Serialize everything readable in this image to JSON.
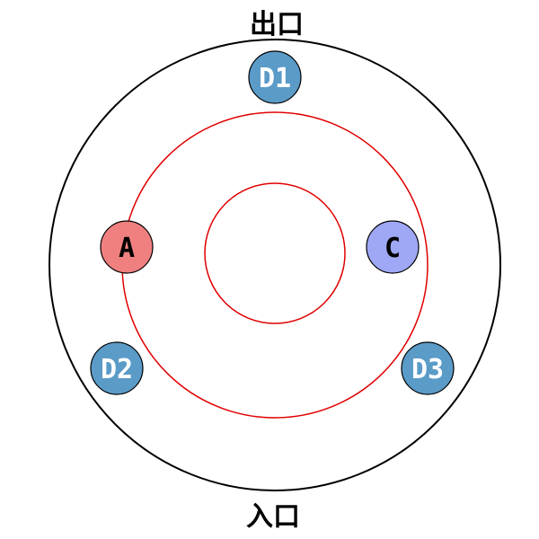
{
  "labels": {
    "exit": "出口",
    "entrance": "入口"
  },
  "nodes": {
    "d1": "D1",
    "a": "A",
    "c": "C",
    "d2": "D2",
    "d3": "D3"
  },
  "colors": {
    "outer_ring": "#000000",
    "middle_ring": "#e00000",
    "inner_ring": "#e00000",
    "d_fill": "#5b9bc8",
    "a_fill": "#f08080",
    "c_fill": "#9fa8f5",
    "d_text": "#ffffff",
    "ac_text": "#000000"
  }
}
